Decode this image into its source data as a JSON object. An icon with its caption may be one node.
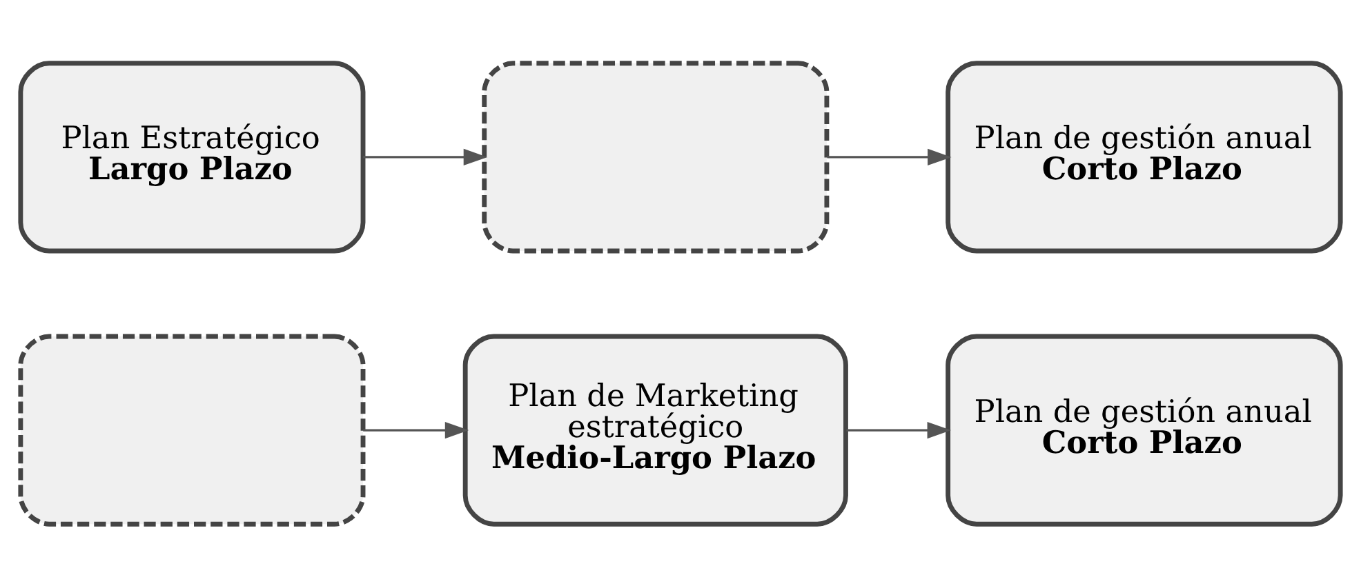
{
  "diagram": {
    "nodes": [
      {
        "text": [
          "Plan Estratégico",
          "Largo Plazo"
        ]
      },
      {
        "text": [],
        "shape": "box"
      },
      {
        "text": [
          "Plan de gestión anual",
          "Corto Plazo"
        ]
      },
      {
        "text": [],
        "shape": "box"
      },
      {
        "text": [
          "Plan de Marketing estratégico",
          "Medio-Largo Plazo"
        ]
      },
      {
        "text": [
          "Plan de gestión anual",
          "Corto Plazo"
        ]
      }
    ],
    "edges": [
      {
        "from": 0,
        "to": 1,
        "arrow": "to"
      },
      {
        "from": 1,
        "to": 2,
        "arrow": "to"
      },
      {
        "from": 3,
        "to": 4,
        "arrow": "to"
      },
      {
        "from": 4,
        "to": 5,
        "arrow": "to"
      }
    ]
  }
}
